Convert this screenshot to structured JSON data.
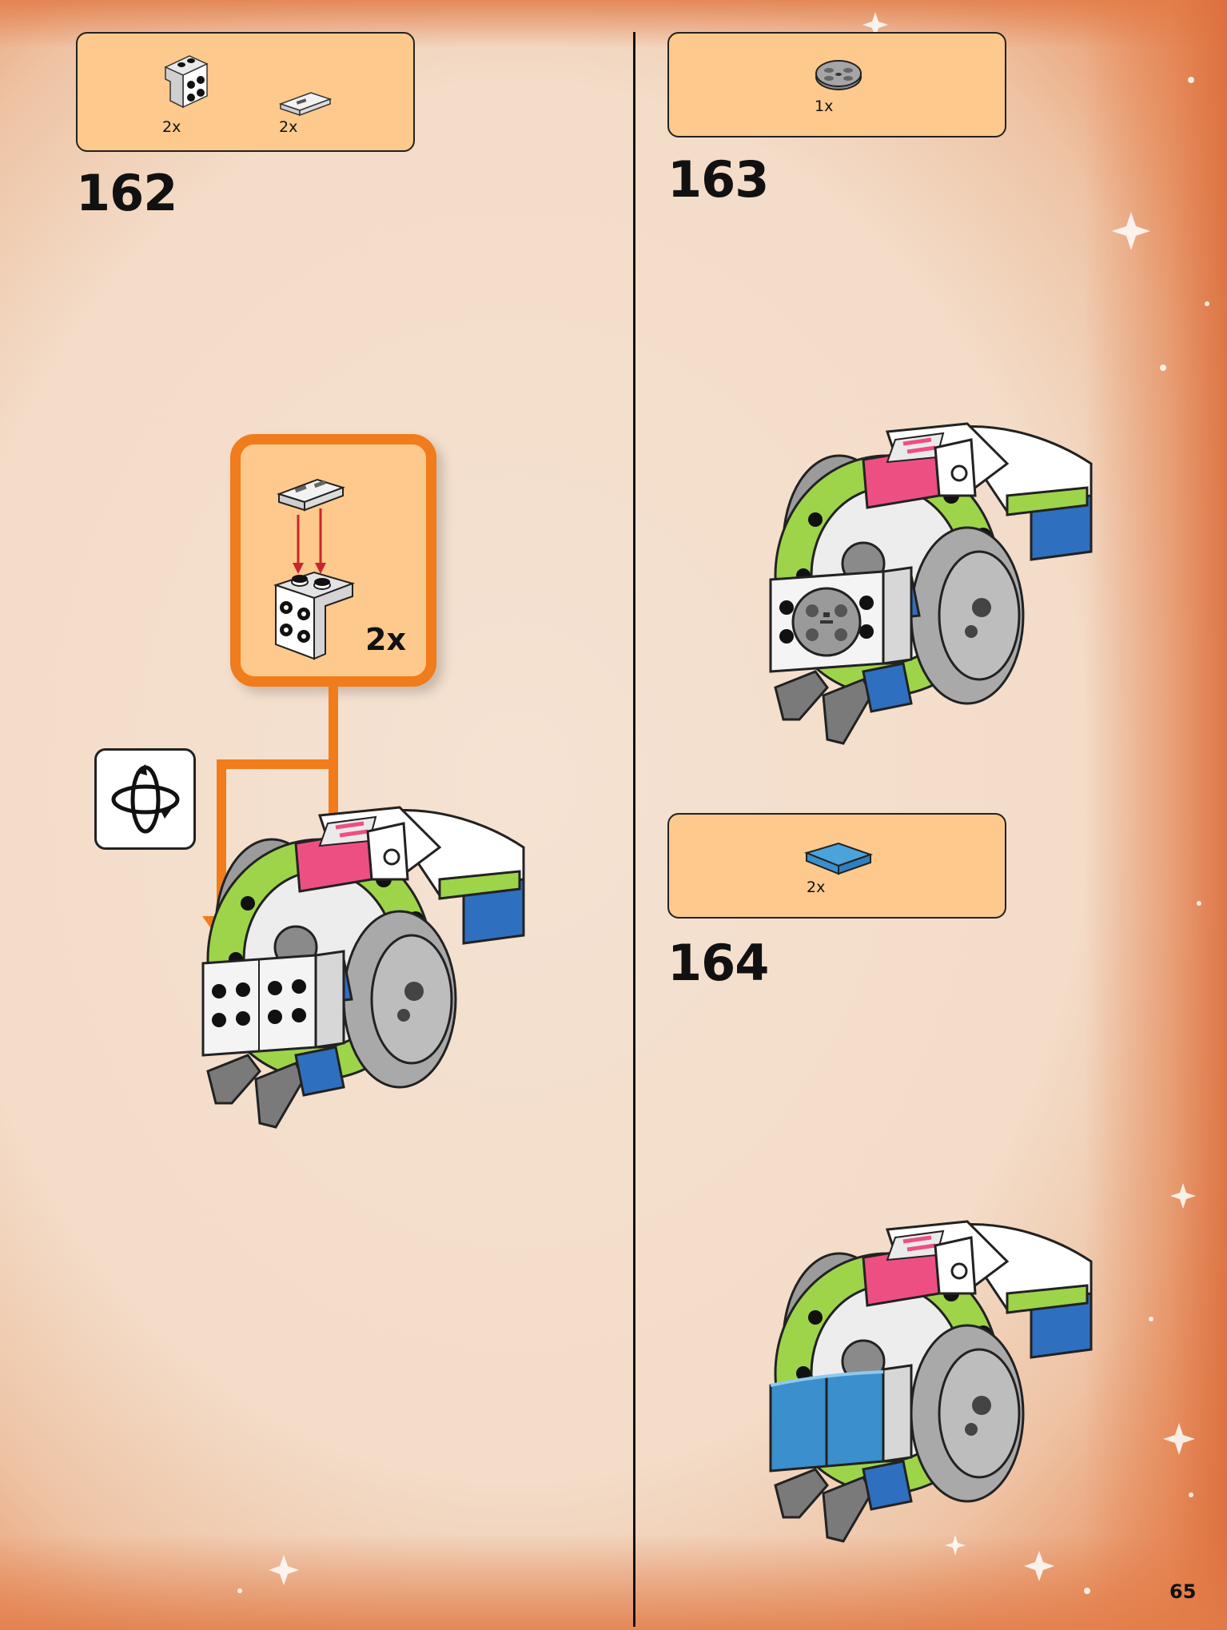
{
  "steps": [
    {
      "number": "162",
      "parts": [
        {
          "name": "white-bracket-1x2-2x2",
          "quantity": "2x"
        },
        {
          "name": "white-tile-1x2",
          "quantity": "2x"
        }
      ],
      "callout": {
        "quantity": "2x"
      }
    },
    {
      "number": "163",
      "parts": [
        {
          "name": "gray-round-plate-2x2",
          "quantity": "1x"
        }
      ]
    },
    {
      "number": "164",
      "parts": [
        {
          "name": "blue-curved-slope-2x2",
          "quantity": "2x"
        }
      ]
    }
  ],
  "icons": {
    "rotate": "rotate-model-icon",
    "arrow": "orange-placement-arrow"
  },
  "colors": {
    "parts_box": "#fdc98c",
    "callout_border": "#f07c1c",
    "page_edge": "#e27c48"
  },
  "page": {
    "number": "65"
  }
}
